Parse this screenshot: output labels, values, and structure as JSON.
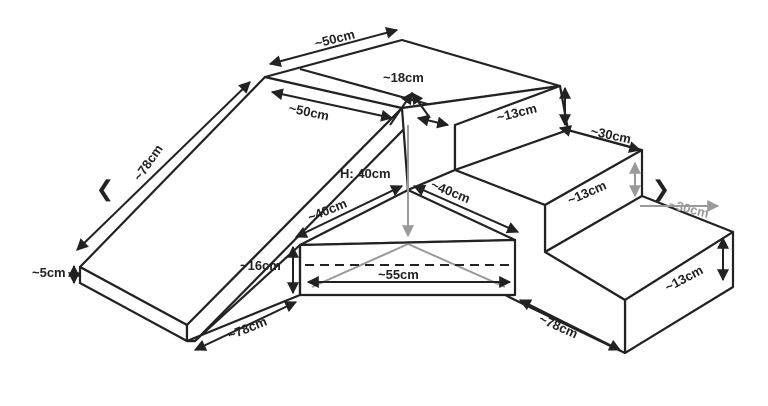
{
  "dimensions": {
    "top_length": "~50cm",
    "ramp_top_width": "~50cm",
    "apex": "~18cm",
    "ramp_length": "~78cm",
    "ramp_height": "~5cm",
    "step_upper_height": "~13cm",
    "step_upper_depth": "~30cm",
    "step_mid_height": "~13cm",
    "step_lower_depth": "~30cm",
    "step_lower_height": "~13cm",
    "center_height": "H: 40cm",
    "triangle_side_left": "~40cm",
    "triangle_side_right": "~40cm",
    "base_height": "~16cm",
    "base_width": "~55cm",
    "base_left_length": "~78cm",
    "base_right_length": "~78cm"
  },
  "navigation": {
    "prev_icon": "chevron-left-icon",
    "next_icon": "chevron-right-icon",
    "prev_glyph": "❮",
    "next_glyph": "❯"
  },
  "colors": {
    "outline": "#222222",
    "guide": "#9a9a9a",
    "fill": "#ffffff"
  }
}
